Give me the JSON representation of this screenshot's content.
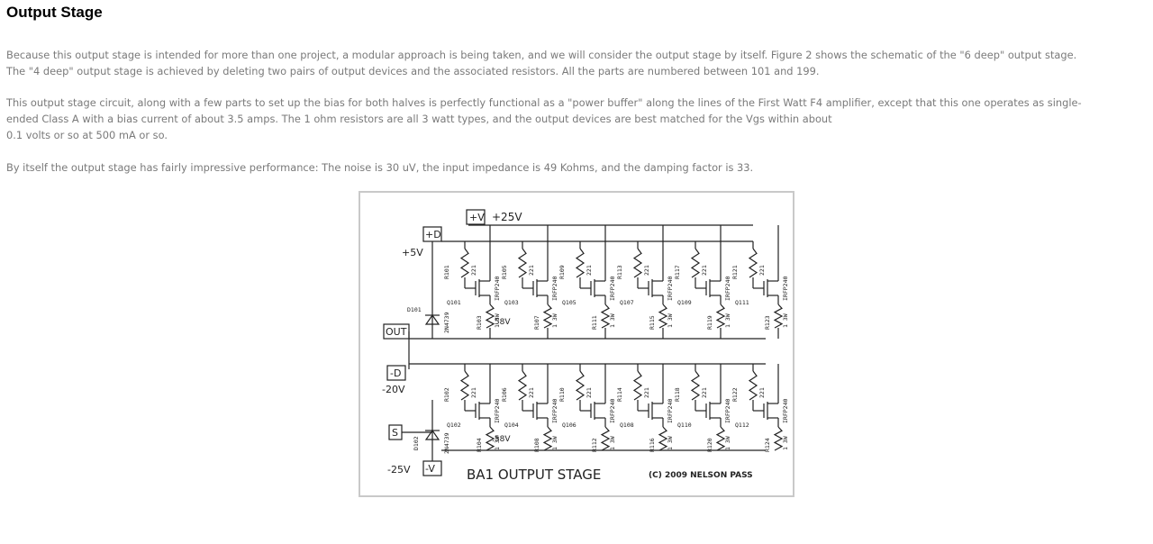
{
  "page": {
    "title": "Output Stage",
    "paragraphs": [
      {
        "lines": [
          "Because this output stage is intended for more than one project, a modular approach is being taken, and we will consider the output stage by itself. Figure 2 shows the schematic of the \"6 deep\" output stage.",
          "The \"4 deep\" output stage is achieved by deleting two pairs of output devices and the associated resistors. All the parts are numbered between 101 and 199."
        ]
      },
      {
        "lines": [
          "This output stage circuit, along with a few parts to set up the bias for both halves is perfectly functional as a \"power buffer\" along the lines of the First Watt F4 amplifier, except that this one operates as single-",
          "ended Class A with a bias current of about 3.5 amps. The 1 ohm resistors are all 3 watt types, and the output devices are best matched for the Vgs within about",
          "0.1 volts or so at 500 mA or so."
        ]
      },
      {
        "lines": [
          "By itself the output stage has fairly impressive performance: The noise is 30 uV, the input impedance is 49 Kohms, and the damping factor is 33."
        ]
      }
    ]
  },
  "schematic": {
    "title": "BA1 OUTPUT STAGE",
    "copyright": "(C) 2009 NELSON PASS",
    "terminals": {
      "plus_v": "+V",
      "plus_v_voltage": "+25V",
      "plus_d": "+D",
      "plus_d_voltage": "+5V",
      "out": "OUT",
      "minus_d": "-D",
      "minus_d_voltage": "-20V",
      "s": "S",
      "minus_v": "-V",
      "minus_v_voltage": "-25V"
    },
    "top_half": {
      "diode": "D101",
      "zener": "2N4739",
      "bias_label": ".58V",
      "gate_resistors": [
        "R101",
        "R105",
        "R109",
        "R113",
        "R117",
        "R121"
      ],
      "gate_value": "221",
      "source_resistors": [
        "R103",
        "R107",
        "R111",
        "R115",
        "R119",
        "R123"
      ],
      "source_value": "1 3W",
      "transistors": [
        "Q101",
        "Q103",
        "Q105",
        "Q107",
        "Q109",
        "Q111"
      ],
      "device": "IRFP240"
    },
    "bottom_half": {
      "diode": "D102",
      "zener": "2N4739",
      "bias_label": ".58V",
      "gate_resistors": [
        "R102",
        "R106",
        "R110",
        "R114",
        "R118",
        "R122"
      ],
      "gate_value": "221",
      "source_resistors": [
        "R104",
        "R108",
        "R112",
        "R116",
        "R120",
        "R124"
      ],
      "source_value": "1 3W",
      "transistors": [
        "Q102",
        "Q104",
        "Q106",
        "Q108",
        "Q110",
        "Q112"
      ],
      "device": "IRFP240"
    }
  }
}
